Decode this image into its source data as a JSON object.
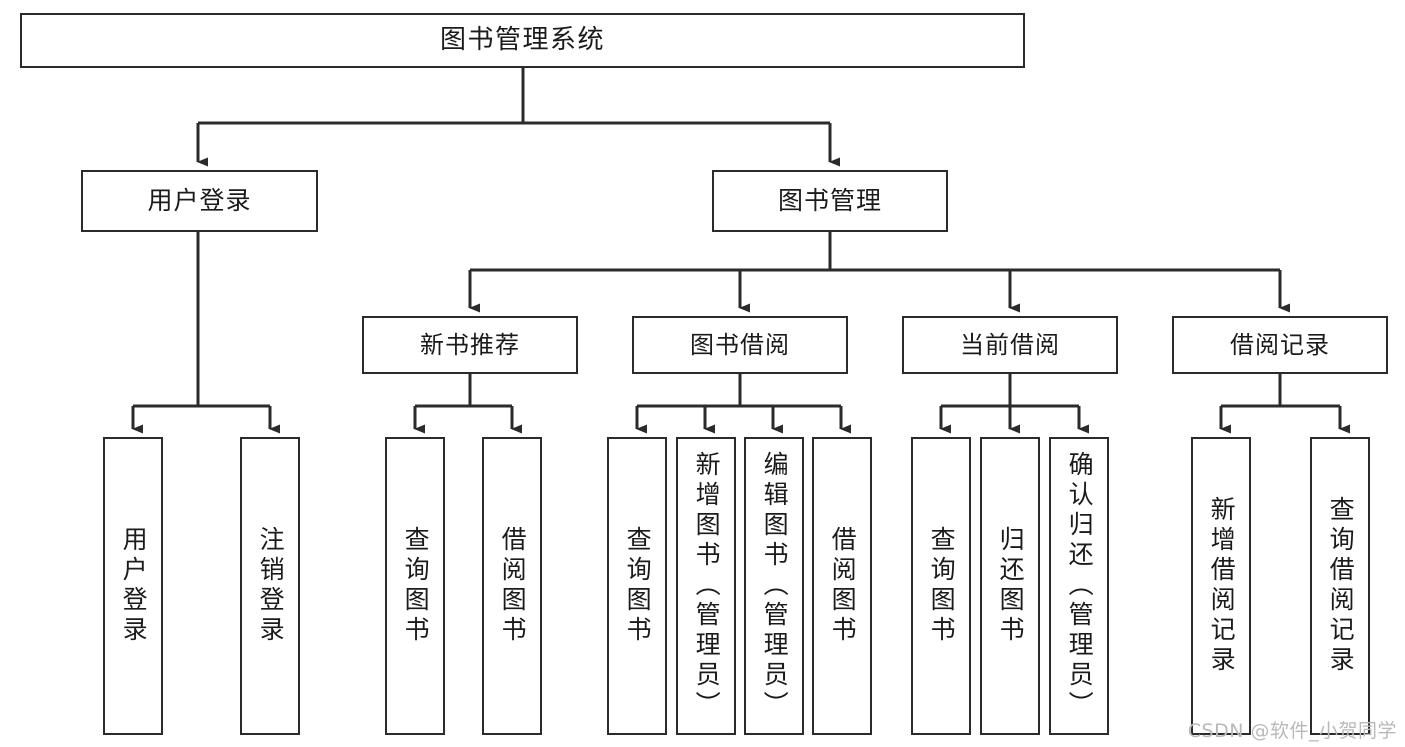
{
  "diagram": {
    "title": "图书管理系统",
    "type": "tree-hierarchy-chart",
    "root": {
      "id": "root",
      "label": "图书管理系统"
    },
    "level2": [
      {
        "id": "user-login",
        "label": "用户登录"
      },
      {
        "id": "book-manage",
        "label": "图书管理"
      }
    ],
    "level3": [
      {
        "id": "new-book-recommend",
        "label": "新书推荐",
        "parent": "book-manage"
      },
      {
        "id": "book-borrow",
        "label": "图书借阅",
        "parent": "book-manage"
      },
      {
        "id": "current-borrow",
        "label": "当前借阅",
        "parent": "book-manage"
      },
      {
        "id": "borrow-record",
        "label": "借阅记录",
        "parent": "book-manage"
      }
    ],
    "leaves": [
      {
        "id": "leaf-user-login",
        "label": "用户登录",
        "parent": "user-login"
      },
      {
        "id": "leaf-user-logout",
        "label": "注销登录",
        "parent": "user-login"
      },
      {
        "id": "leaf-query-book-1",
        "label": "查询图书",
        "parent": "new-book-recommend"
      },
      {
        "id": "leaf-borrow-book-1",
        "label": "借阅图书",
        "parent": "new-book-recommend"
      },
      {
        "id": "leaf-query-book-2",
        "label": "查询图书",
        "parent": "book-borrow"
      },
      {
        "id": "leaf-add-book",
        "label": "新增图书（管理员）",
        "parent": "book-borrow"
      },
      {
        "id": "leaf-edit-book",
        "label": "编辑图书（管理员）",
        "parent": "book-borrow"
      },
      {
        "id": "leaf-borrow-book-2",
        "label": "借阅图书",
        "parent": "book-borrow"
      },
      {
        "id": "leaf-query-book-3",
        "label": "查询图书",
        "parent": "current-borrow"
      },
      {
        "id": "leaf-return-book",
        "label": "归还图书",
        "parent": "current-borrow"
      },
      {
        "id": "leaf-confirm-return",
        "label": "确认归还（管理员）",
        "parent": "current-borrow"
      },
      {
        "id": "leaf-add-record",
        "label": "新增借阅记录",
        "parent": "borrow-record"
      },
      {
        "id": "leaf-query-record",
        "label": "查询借阅记录",
        "parent": "borrow-record"
      }
    ],
    "colors": {
      "node_border": "#2b2b2b",
      "node_fill": "#ffffff",
      "edge": "#2b2b2b",
      "text": "#1b1b1b",
      "watermark": "#b9b9b9",
      "background": "#ffffff"
    }
  },
  "watermark": {
    "text": "CSDN @软件_小贺同学"
  }
}
